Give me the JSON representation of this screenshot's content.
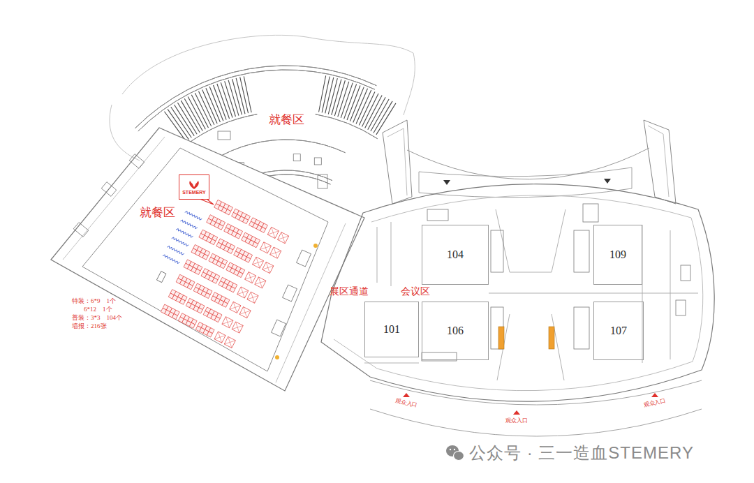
{
  "diagram": {
    "nodes": [
      {
        "text": [
          "STEMERY"
        ]
      },
      {
        "text": [
          "104"
        ]
      },
      {
        "text": [
          "109"
        ]
      },
      {
        "text": [
          "101"
        ]
      },
      {
        "text": [
          "106"
        ]
      },
      {
        "text": [
          "107"
        ]
      }
    ],
    "labels": [
      "就餐区",
      "就餐区",
      "展区通道",
      "会议区",
      "特装：6*9　1个",
      "6*12　1个",
      "普装：3*3　104个",
      "墙报：216张",
      "观众入口",
      "观众入口",
      "观众入口",
      "公众号 · 三一造血STEMERY"
    ]
  }
}
